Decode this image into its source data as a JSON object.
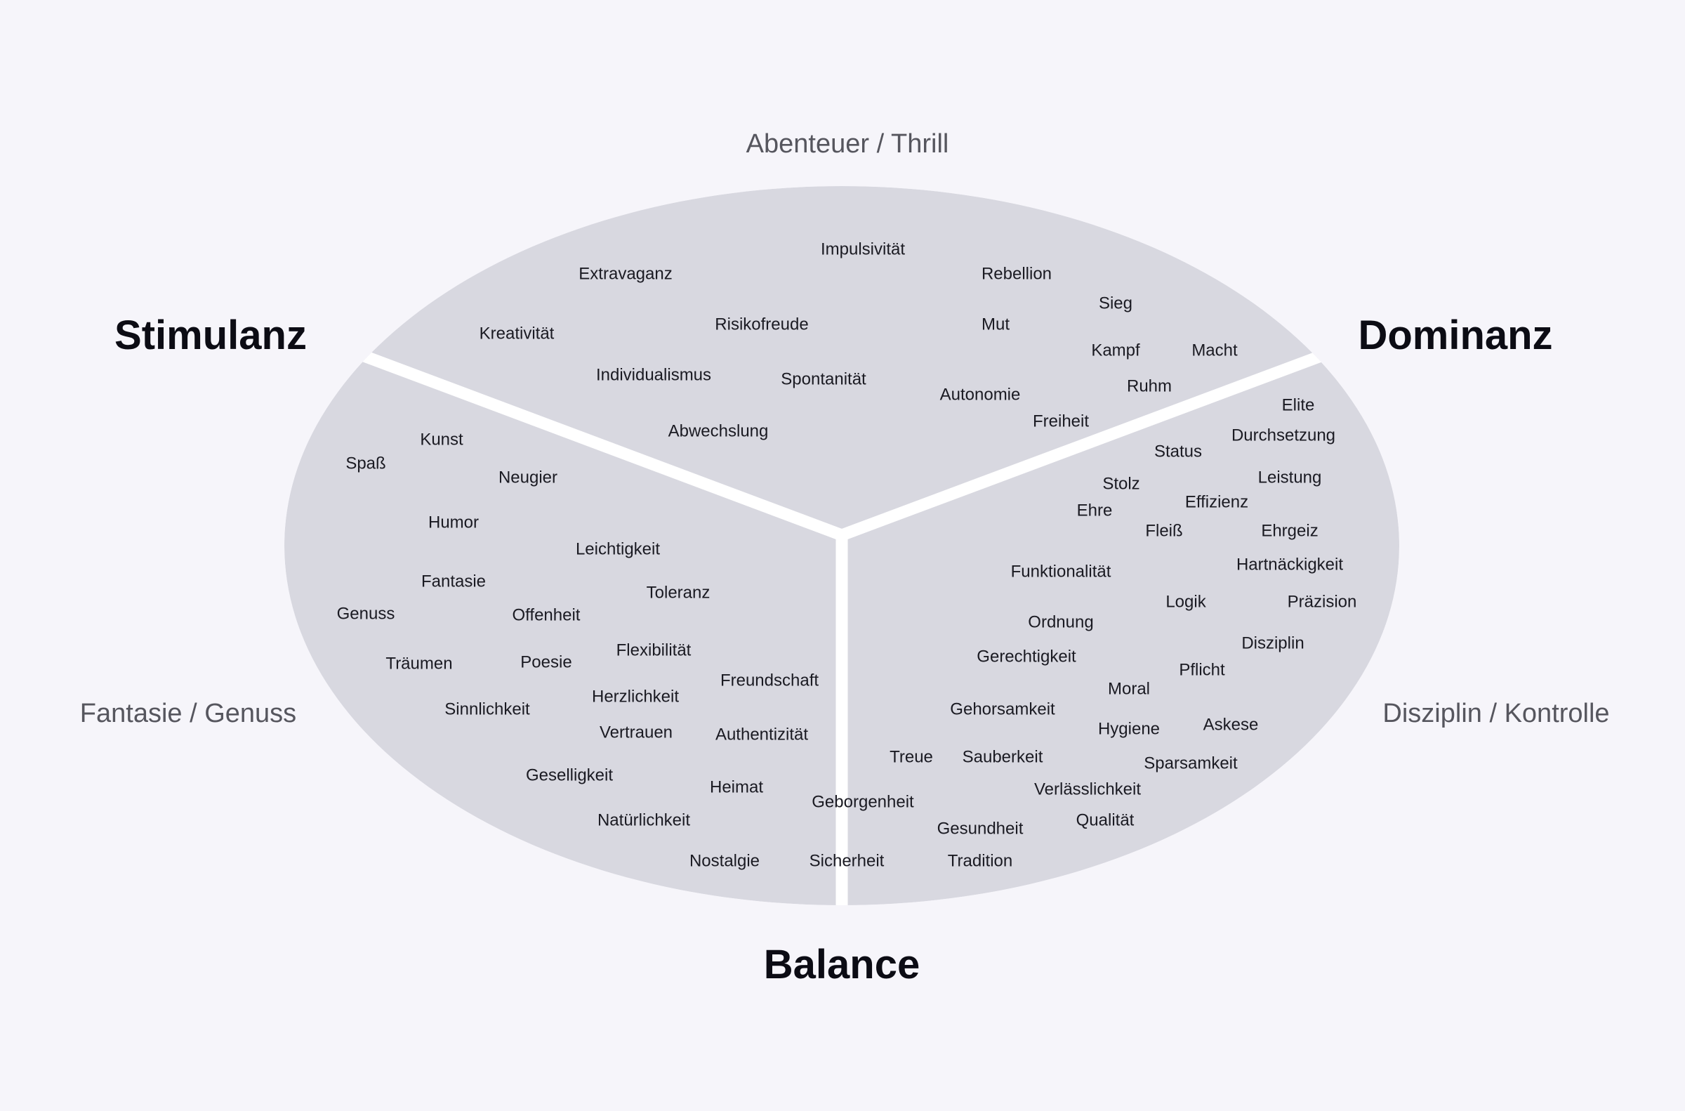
{
  "colors": {
    "background": "#f6f5fa",
    "ellipse_fill": "#d8d8e0",
    "divider": "#ffffff",
    "main_label": "#0c0c14",
    "sub_label": "#56565e",
    "word": "#1a1a22"
  },
  "main_labels": {
    "top_left": "Stimulanz",
    "top_right": "Dominanz",
    "bottom": "Balance"
  },
  "sub_labels": {
    "top": "Abenteuer / Thrill",
    "left": "Fantasie / Genuss",
    "right": "Disziplin / Kontrolle"
  },
  "segments": {
    "top": {
      "words": [
        "Impulsivität",
        "Extravaganz",
        "Rebellion",
        "Sieg",
        "Kreativität",
        "Risikofreude",
        "Mut",
        "Kampf",
        "Macht",
        "Individualismus",
        "Spontanität",
        "Autonomie",
        "Ruhm",
        "Freiheit",
        "Abwechslung"
      ]
    },
    "right": {
      "words": [
        "Elite",
        "Durchsetzung",
        "Status",
        "Leistung",
        "Stolz",
        "Effizienz",
        "Ehre",
        "Fleiß",
        "Ehrgeiz",
        "Funktionalität",
        "Hartnäckigkeit",
        "Logik",
        "Präzision",
        "Ordnung",
        "Disziplin",
        "Gerechtigkeit",
        "Pflicht",
        "Moral",
        "Gehorsamkeit",
        "Askese",
        "Hygiene",
        "Treue",
        "Sauberkeit",
        "Sparsamkeit",
        "Verlässlichkeit",
        "Geborgenheit",
        "Gesundheit",
        "Qualität",
        "Tradition",
        "Sicherheit"
      ]
    },
    "left": {
      "words": [
        "Kunst",
        "Spaß",
        "Neugier",
        "Humor",
        "Leichtigkeit",
        "Fantasie",
        "Toleranz",
        "Genuss",
        "Offenheit",
        "Flexibilität",
        "Träumen",
        "Poesie",
        "Freundschaft",
        "Herzlichkeit",
        "Sinnlichkeit",
        "Vertrauen",
        "Authentizität",
        "Geselligkeit",
        "Heimat",
        "Natürlichkeit",
        "Nostalgie"
      ]
    }
  }
}
